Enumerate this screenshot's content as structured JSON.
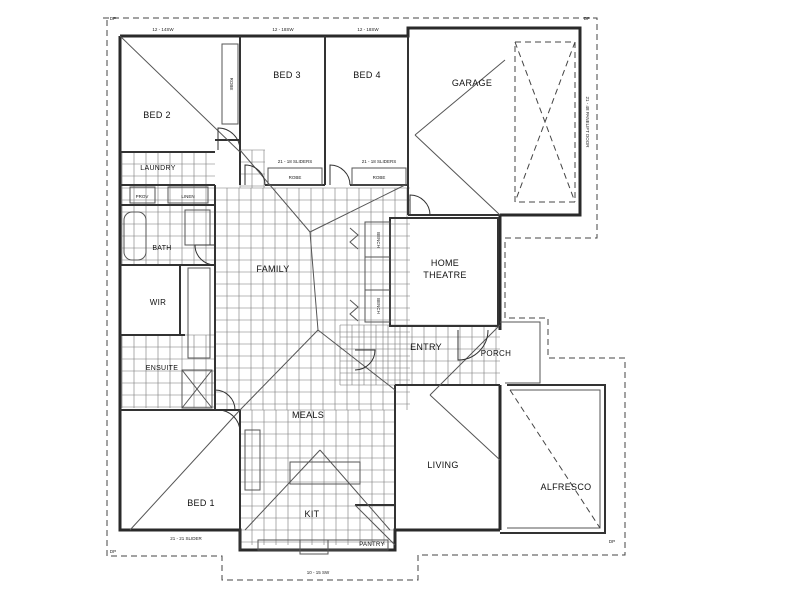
{
  "rooms": {
    "bed2": "BED 2",
    "bed3": "BED 3",
    "bed4": "BED 4",
    "garage": "GARAGE",
    "laundry": "LAUNDRY",
    "bath": "BATH",
    "family": "FAMILY",
    "home_theatre_1": "HOME",
    "home_theatre_2": "THEATRE",
    "wir": "WIR",
    "ensuite": "ENSUITE",
    "entry": "ENTRY",
    "porch": "PORCH",
    "meals": "MEALS",
    "living": "LIVING",
    "alfresco": "ALFRESCO",
    "bed1": "BED 1",
    "kit": "KIT",
    "pantry": "PANTRY"
  },
  "labels": {
    "linen": "LINEN",
    "robe_bed3": "ROBE",
    "robe_bed4": "ROBE",
    "robe_bed2": "ROBE",
    "prov": "PROV",
    "bench": "BENCH",
    "ov": "DP",
    "sliders_bed3": "21 - 18 SLIDERS",
    "sliders_bed4": "21 - 18 SLIDERS",
    "sliders_bed1": "21 - 21 SLIDER",
    "dim_top_left": "12 - 14SW",
    "dim_top_mid": "12 - 18SW",
    "dim_top_right": "12 - 18SW",
    "dim_bottom": "10 - 15 SW",
    "dim_garage": "21 - 48 PANELIFT DOOR"
  }
}
